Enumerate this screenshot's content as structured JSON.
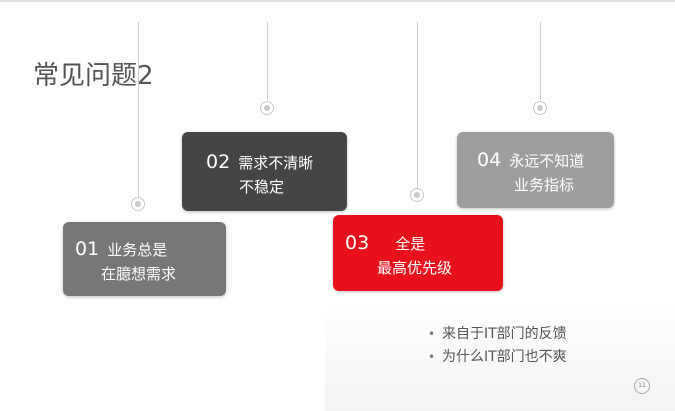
{
  "slide": {
    "title": "常见问题2",
    "page_number": "11"
  },
  "cards": [
    {
      "number": "01",
      "line1": "业务总是",
      "line2": "在臆想需求",
      "color": "#777777"
    },
    {
      "number": "02",
      "line1": "需求不清晰",
      "line2": "不稳定",
      "color": "#454545"
    },
    {
      "number": "03",
      "line1": "全是",
      "line2": "最高优先级",
      "color": "#e8101c"
    },
    {
      "number": "04",
      "line1": "永远不知道",
      "line2": "业务指标",
      "color": "#9e9e9e"
    }
  ],
  "notes": {
    "bullet": "•",
    "items": [
      "来自于IT部门的反馈",
      "为什么IT部门也不爽"
    ]
  }
}
